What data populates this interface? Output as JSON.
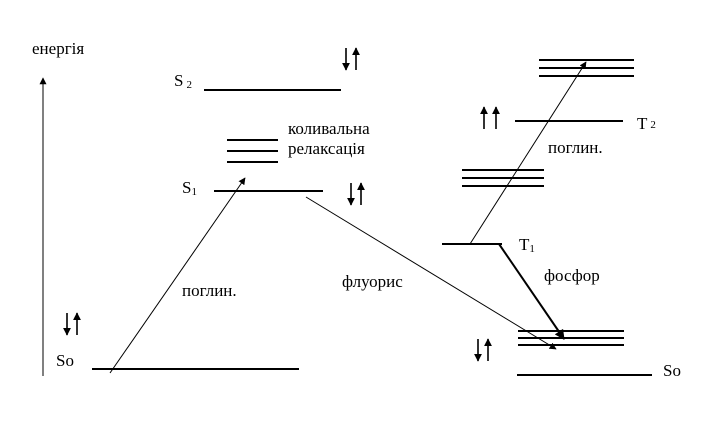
{
  "axis": {
    "label": "енергія"
  },
  "states": {
    "s0_left": {
      "main": "S",
      "sub": "o"
    },
    "s1": {
      "main": "S",
      "sub": "1"
    },
    "s2": {
      "main": "S",
      "sub": "2"
    },
    "t1": {
      "main": "T",
      "sub": "1"
    },
    "t2": {
      "main": "T",
      "sub": "2"
    },
    "s0_right": {
      "main": "S",
      "sub": "o"
    }
  },
  "processes": {
    "absorption_singlet": "поглин.",
    "vibrational_relaxation_line1": "коливальна",
    "vibrational_relaxation_line2": "релаксація",
    "fluorescence": "флуорис",
    "absorption_triplet": "поглин.",
    "phosphorescence": "фосфор"
  },
  "spin_icons": [
    {
      "name": "spin-pair-icon",
      "state": "S2"
    },
    {
      "name": "spin-pair-icon",
      "state": "S1"
    },
    {
      "name": "spin-pair-icon",
      "state": "S0 left"
    },
    {
      "name": "spin-parallel-icon",
      "state": "T2"
    },
    {
      "name": "spin-pair-icon",
      "state": "S0 right"
    }
  ]
}
